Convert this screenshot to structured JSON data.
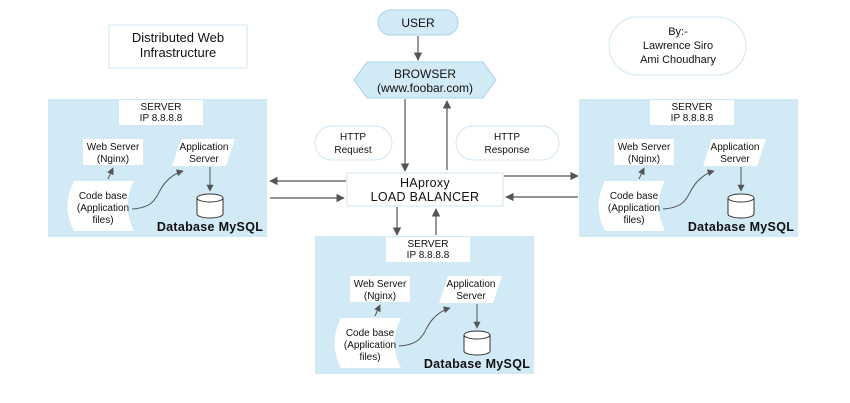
{
  "title": {
    "line1": "Distributed Web",
    "line2": "Infrastructure"
  },
  "author": {
    "line1": "By:-",
    "line2": "Lawrence Siro",
    "line3": "Ami Choudhary"
  },
  "user": "USER",
  "browser": {
    "line1": "BROWSER",
    "line2": "(www.foobar.com)"
  },
  "http_request": {
    "line1": "HTTP",
    "line2": "Request"
  },
  "http_response": {
    "line1": "HTTP",
    "line2": "Response"
  },
  "load_balancer": {
    "line1": "HAproxy",
    "line2": "LOAD BALANCER"
  },
  "servers": [
    {
      "header1": "SERVER",
      "header2": "IP 8.8.8.8",
      "web_server1": "Web Server",
      "web_server2": "(Nginx)",
      "app_server1": "Application",
      "app_server2": "Server",
      "code1": "Code base",
      "code2": "(Application",
      "code3": "files)",
      "database": "Database MySQL"
    },
    {
      "header1": "SERVER",
      "header2": "IP 8.8.8.8",
      "web_server1": "Web Server",
      "web_server2": "(Nginx)",
      "app_server1": "Application",
      "app_server2": "Server",
      "code1": "Code base",
      "code2": "(Application",
      "code3": "files)",
      "database": "Database MySQL"
    },
    {
      "header1": "SERVER",
      "header2": "IP 8.8.8.8",
      "web_server1": "Web Server",
      "web_server2": "(Nginx)",
      "app_server1": "Application",
      "app_server2": "Server",
      "code1": "Code base",
      "code2": "(Application",
      "code3": "files)",
      "database": "Database MySQL"
    }
  ],
  "colors": {
    "server_bg": "#d2e9f6",
    "box_border": "#a9d3ef",
    "arrow": "#555555",
    "node_bg": "#ffffff"
  }
}
